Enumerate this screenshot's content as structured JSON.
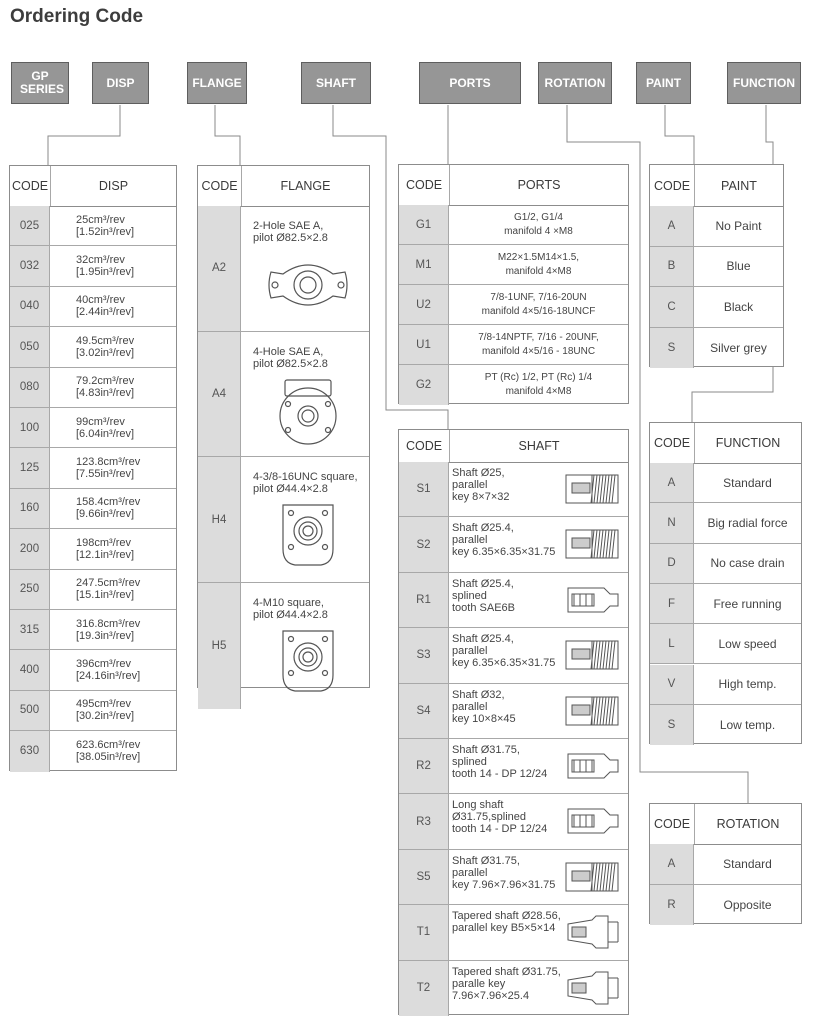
{
  "title": "Ordering Code",
  "headers": {
    "gp": "GP SERIES",
    "disp": "DISP",
    "flange": "FLANGE",
    "shaft": "SHAFT",
    "ports": "PORTS",
    "rotation": "ROTATION",
    "paint": "PAINT",
    "function": "FUNCTION"
  },
  "disp_table": {
    "col1": "CODE",
    "col2": "DISP",
    "rows": [
      {
        "code": "025",
        "line1": "25cm³/rev",
        "line2": "[1.52in³/rev]"
      },
      {
        "code": "032",
        "line1": "32cm³/rev",
        "line2": "[1.95in³/rev]"
      },
      {
        "code": "040",
        "line1": "40cm³/rev",
        "line2": "[2.44in³/rev]"
      },
      {
        "code": "050",
        "line1": "49.5cm³/rev",
        "line2": "[3.02in³/rev]"
      },
      {
        "code": "080",
        "line1": "79.2cm³/rev",
        "line2": "[4.83in³/rev]"
      },
      {
        "code": "100",
        "line1": "99cm³/rev",
        "line2": "[6.04in³/rev]"
      },
      {
        "code": "125",
        "line1": "123.8cm³/rev",
        "line2": "[7.55in³/rev]"
      },
      {
        "code": "160",
        "line1": "158.4cm³/rev",
        "line2": "[9.66in³/rev]"
      },
      {
        "code": "200",
        "line1": "198cm³/rev",
        "line2": "[12.1in³/rev]"
      },
      {
        "code": "250",
        "line1": "247.5cm³/rev",
        "line2": "[15.1in³/rev]"
      },
      {
        "code": "315",
        "line1": "316.8cm³/rev",
        "line2": "[19.3in³/rev]"
      },
      {
        "code": "400",
        "line1": "396cm³/rev",
        "line2": "[24.16in³/rev]"
      },
      {
        "code": "500",
        "line1": "495cm³/rev",
        "line2": "[30.2in³/rev]"
      },
      {
        "code": "630",
        "line1": "623.6cm³/rev",
        "line2": "[38.05in³/rev]"
      }
    ]
  },
  "flange_table": {
    "col1": "CODE",
    "col2": "FLANGE",
    "rows": [
      {
        "code": "A2",
        "line1": "2-Hole SAE A,",
        "line2": "pilot Ø82.5×2.8"
      },
      {
        "code": "A4",
        "line1": "4-Hole SAE A,",
        "line2": "pilot Ø82.5×2.8"
      },
      {
        "code": "H4",
        "line1": "4-3/8-16UNC square,",
        "line2": "pilot Ø44.4×2.8"
      },
      {
        "code": "H5",
        "line1": "4-M10 square,",
        "line2": "pilot Ø44.4×2.8"
      }
    ]
  },
  "ports_table": {
    "col1": "CODE",
    "col2": "PORTS",
    "rows": [
      {
        "code": "G1",
        "line1": "G1/2, G1/4",
        "line2": "manifold 4 ×M8"
      },
      {
        "code": "M1",
        "line1": "M22×1.5M14×1.5,",
        "line2": "manifold 4×M8"
      },
      {
        "code": "U2",
        "line1": "7/8-1UNF, 7/16-20UN",
        "line2": "manifold 4×5/16-18UNCF"
      },
      {
        "code": "U1",
        "line1": "7/8-14NPTF, 7/16 - 20UNF,",
        "line2": "manifold 4×5/16 - 18UNC"
      },
      {
        "code": "G2",
        "line1": "PT (Rc) 1/2, PT (Rc) 1/4",
        "line2": "manifold 4×M8"
      }
    ]
  },
  "shaft_table": {
    "col1": "CODE",
    "col2": "SHAFT",
    "rows": [
      {
        "code": "S1",
        "lines": [
          "Shaft Ø25,",
          "parallel",
          "key 8×7×32"
        ],
        "kind": "keyed"
      },
      {
        "code": "S2",
        "lines": [
          "Shaft Ø25.4,",
          "parallel",
          "key 6.35×6.35×31.75"
        ],
        "kind": "keyed"
      },
      {
        "code": "R1",
        "lines": [
          "Shaft Ø25.4,",
          "splined",
          "tooth SAE6B"
        ],
        "kind": "splined"
      },
      {
        "code": "S3",
        "lines": [
          "Shaft Ø25.4,",
          "parallel",
          "key 6.35×6.35×31.75"
        ],
        "kind": "keyed"
      },
      {
        "code": "S4",
        "lines": [
          "Shaft Ø32,",
          "parallel",
          "key 10×8×45"
        ],
        "kind": "keyed"
      },
      {
        "code": "R2",
        "lines": [
          "Shaft Ø31.75,",
          "splined",
          "tooth 14 - DP 12/24"
        ],
        "kind": "splined"
      },
      {
        "code": "R3",
        "lines": [
          "Long shaft",
          "Ø31.75,splined",
          "tooth 14 - DP 12/24"
        ],
        "kind": "splined"
      },
      {
        "code": "S5",
        "lines": [
          "Shaft Ø31.75,",
          "parallel",
          "key 7.96×7.96×31.75"
        ],
        "kind": "keyed"
      },
      {
        "code": "T1",
        "lines": [
          "Tapered shaft Ø28.56,",
          "parallel key B5×5×14"
        ],
        "kind": "tapered"
      },
      {
        "code": "T2",
        "lines": [
          "Tapered shaft Ø31.75,",
          "paralle key",
          "7.96×7.96×25.4"
        ],
        "kind": "tapered"
      }
    ]
  },
  "paint_table": {
    "col1": "CODE",
    "col2": "PAINT",
    "rows": [
      {
        "code": "A",
        "value": "No Paint"
      },
      {
        "code": "B",
        "value": "Blue"
      },
      {
        "code": "C",
        "value": "Black"
      },
      {
        "code": "S",
        "value": "Silver grey"
      }
    ]
  },
  "function_table": {
    "col1": "CODE",
    "col2": "FUNCTION",
    "rows": [
      {
        "code": "A",
        "value": "Standard"
      },
      {
        "code": "N",
        "value": "Big radial force"
      },
      {
        "code": "D",
        "value": "No case drain"
      },
      {
        "code": "F",
        "value": "Free running"
      },
      {
        "code": "L",
        "value": "Low speed"
      },
      {
        "code": "V",
        "value": "High temp."
      },
      {
        "code": "S",
        "value": "Low temp."
      }
    ]
  },
  "rotation_table": {
    "col1": "CODE",
    "col2": "ROTATION",
    "rows": [
      {
        "code": "A",
        "value": "Standard"
      },
      {
        "code": "R",
        "value": "Opposite"
      }
    ]
  }
}
